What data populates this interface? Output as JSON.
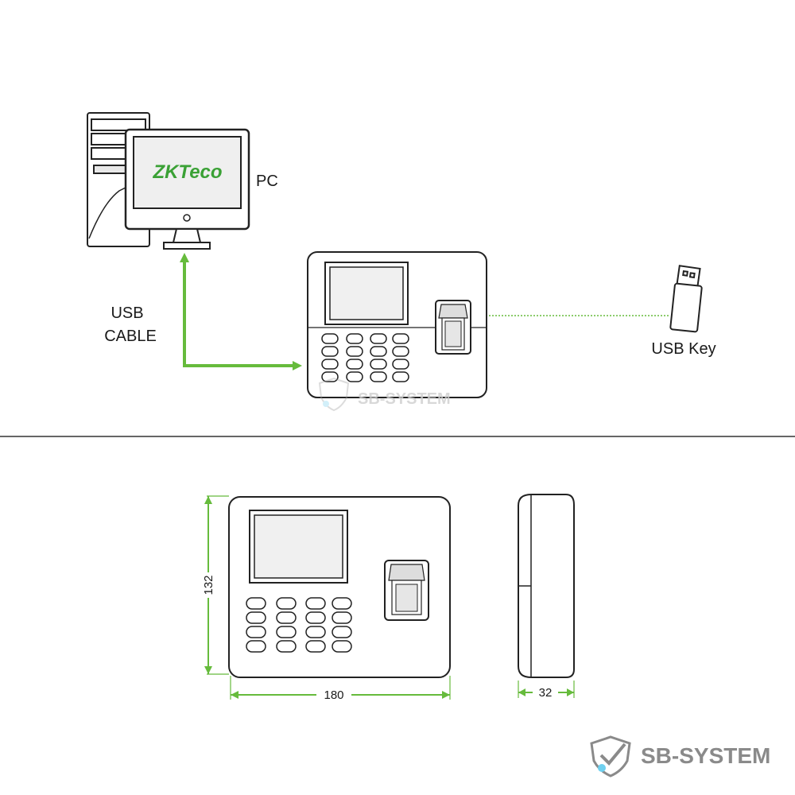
{
  "connection": {
    "pc_label": "PC",
    "cable_label_line1": "USB",
    "cable_label_line2": "CABLE",
    "usb_key_label": "USB Key"
  },
  "monitor": {
    "logo_text": "ZKTeco"
  },
  "dimensions": {
    "height": "132",
    "width": "180",
    "depth": "32"
  },
  "watermark": {
    "text": "SB-SYSTEM"
  },
  "brand": {
    "text": "SB-SYSTEM"
  },
  "colors": {
    "accent_green": "#66bb3c",
    "line": "#222222",
    "watermark": "#9e9e9e"
  }
}
